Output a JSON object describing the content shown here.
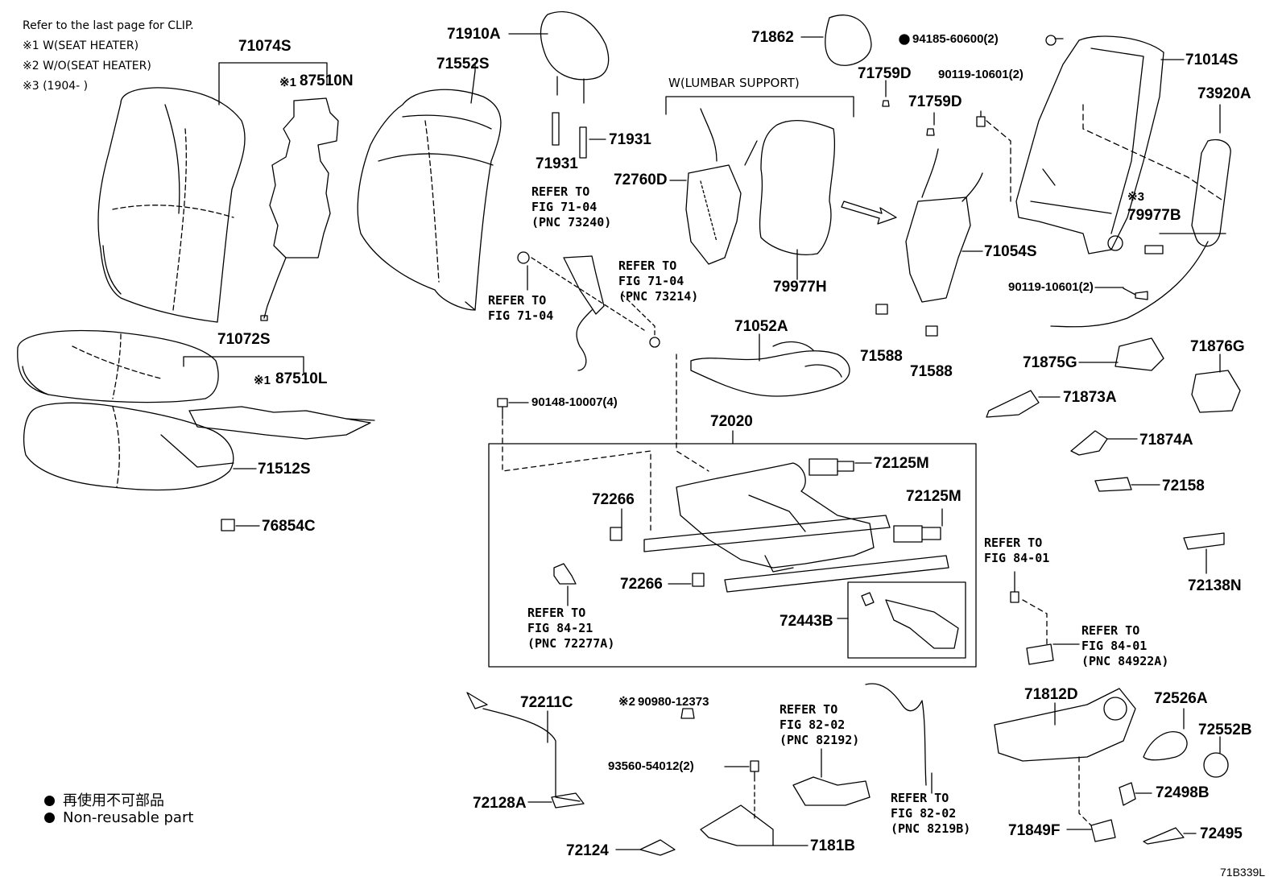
{
  "notes": {
    "clip": "Refer to the last page for CLIP.",
    "n1": "※1 W(SEAT HEATER)",
    "n2": "※2 W/O(SEAT HEATER)",
    "n3": "※3 (1904-        )"
  },
  "lumbar_caption": "W(LUMBAR SUPPORT)",
  "parts": {
    "p71074S": "71074S",
    "p87510N": "87510N",
    "p87510N_mark": "※1",
    "p71552S": "71552S",
    "p71910A": "71910A",
    "p71931a": "71931",
    "p71931b": "71931",
    "p71862": "71862",
    "p94185": "94185-60600(2)",
    "p71014S": "71014S",
    "p71759Da": "71759D",
    "p71759Db": "71759D",
    "p90119a": "90119-10601(2)",
    "p73920A": "73920A",
    "p72760D": "72760D",
    "p79977H": "79977H",
    "p79977B": "79977B",
    "p79977B_mark": "※3",
    "p71054S": "71054S",
    "p90119b": "90119-10601(2)",
    "p71072S": "71072S",
    "p87510L": "87510L",
    "p87510L_mark": "※1",
    "p71512S": "71512S",
    "p76854C": "76854C",
    "p71052A": "71052A",
    "p71588a": "71588",
    "p71588b": "71588",
    "p71875G": "71875G",
    "p71876G": "71876G",
    "p71873A": "71873A",
    "p90148": "90148-10007(4)",
    "p72020": "72020",
    "p72125Ma": "72125M",
    "p72125Mb": "72125M",
    "p72266a": "72266",
    "p72266b": "72266",
    "p72443B": "72443B",
    "p71874A": "71874A",
    "p72158": "72158",
    "p72138N": "72138N",
    "p72211C": "72211C",
    "p90980": "90980-12373",
    "p90980_mark": "※2",
    "p93560": "93560-54012(2)",
    "p71812D": "71812D",
    "p72526A": "72526A",
    "p72552B": "72552B",
    "p72498B": "72498B",
    "p72128A": "72128A",
    "p72124": "72124",
    "p7181B": "7181B",
    "p71849F": "71849F",
    "p72495": "72495"
  },
  "refs": {
    "r1": [
      "REFER TO",
      "FIG 71-04",
      "(PNC 73240)"
    ],
    "r2": [
      "REFER TO",
      "FIG 71-04",
      "(PNC 73214)"
    ],
    "r3": [
      "REFER TO",
      "FIG 71-04"
    ],
    "r4": [
      "REFER TO",
      "FIG 84-21",
      "(PNC 72277A)"
    ],
    "r5": [
      "REFER TO",
      "FIG 84-01"
    ],
    "r6": [
      "REFER TO",
      "FIG 84-01",
      "(PNC 84922A)"
    ],
    "r7": [
      "REFER TO",
      "FIG 82-02",
      "(PNC 82192)"
    ],
    "r8": [
      "REFER TO",
      "FIG 82-02",
      "(PNC 8219B)"
    ]
  },
  "legend": {
    "ja": "再使用不可部品",
    "en": "Non-reusable part"
  },
  "diagram_code": "71B339L"
}
